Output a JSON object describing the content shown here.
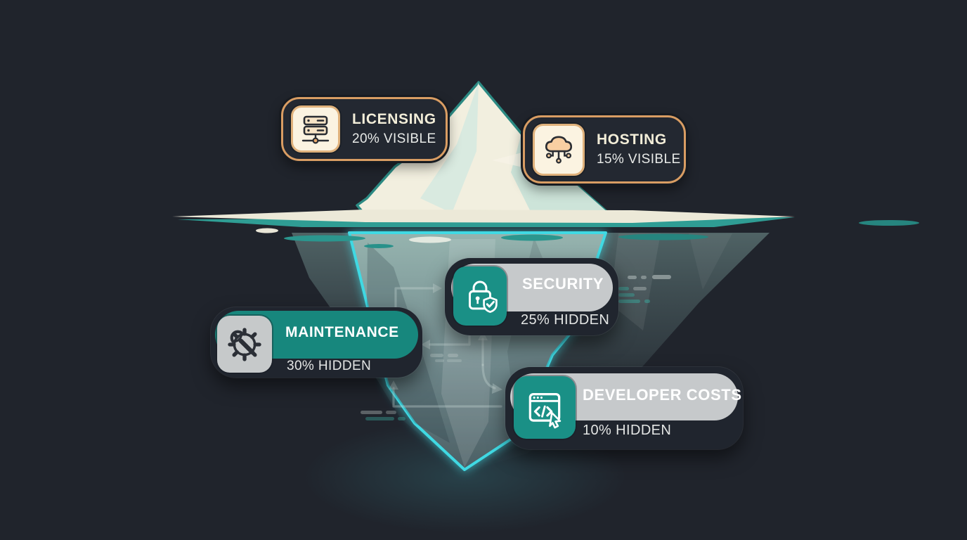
{
  "cards": [
    {
      "id": "licensing",
      "title": "LICENSING",
      "value": "20% VISIBLE",
      "icon": "server-rack-icon"
    },
    {
      "id": "hosting",
      "title": "HOSTING",
      "value": "15% VISIBLE",
      "icon": "cloud-network-icon"
    },
    {
      "id": "security",
      "title": "SECURITY",
      "value": "25% HIDDEN",
      "icon": "lock-shield-icon"
    },
    {
      "id": "maintenance",
      "title": "MAINTENANCE",
      "value": "30% HIDDEN",
      "icon": "gear-wrench-icon"
    },
    {
      "id": "developer",
      "title": "DEVELOPER COSTS",
      "value": "10% HIDDEN",
      "icon": "code-window-cursor-icon"
    }
  ],
  "colors": {
    "background": "#20242c",
    "accent_orange": "#d99d63",
    "accent_teal": "#1a9086",
    "silver": "#c6c9cb",
    "cyan_glow": "#3fd9e3",
    "card_dark": "#232831",
    "iceberg_cream": "#f2efdf"
  }
}
